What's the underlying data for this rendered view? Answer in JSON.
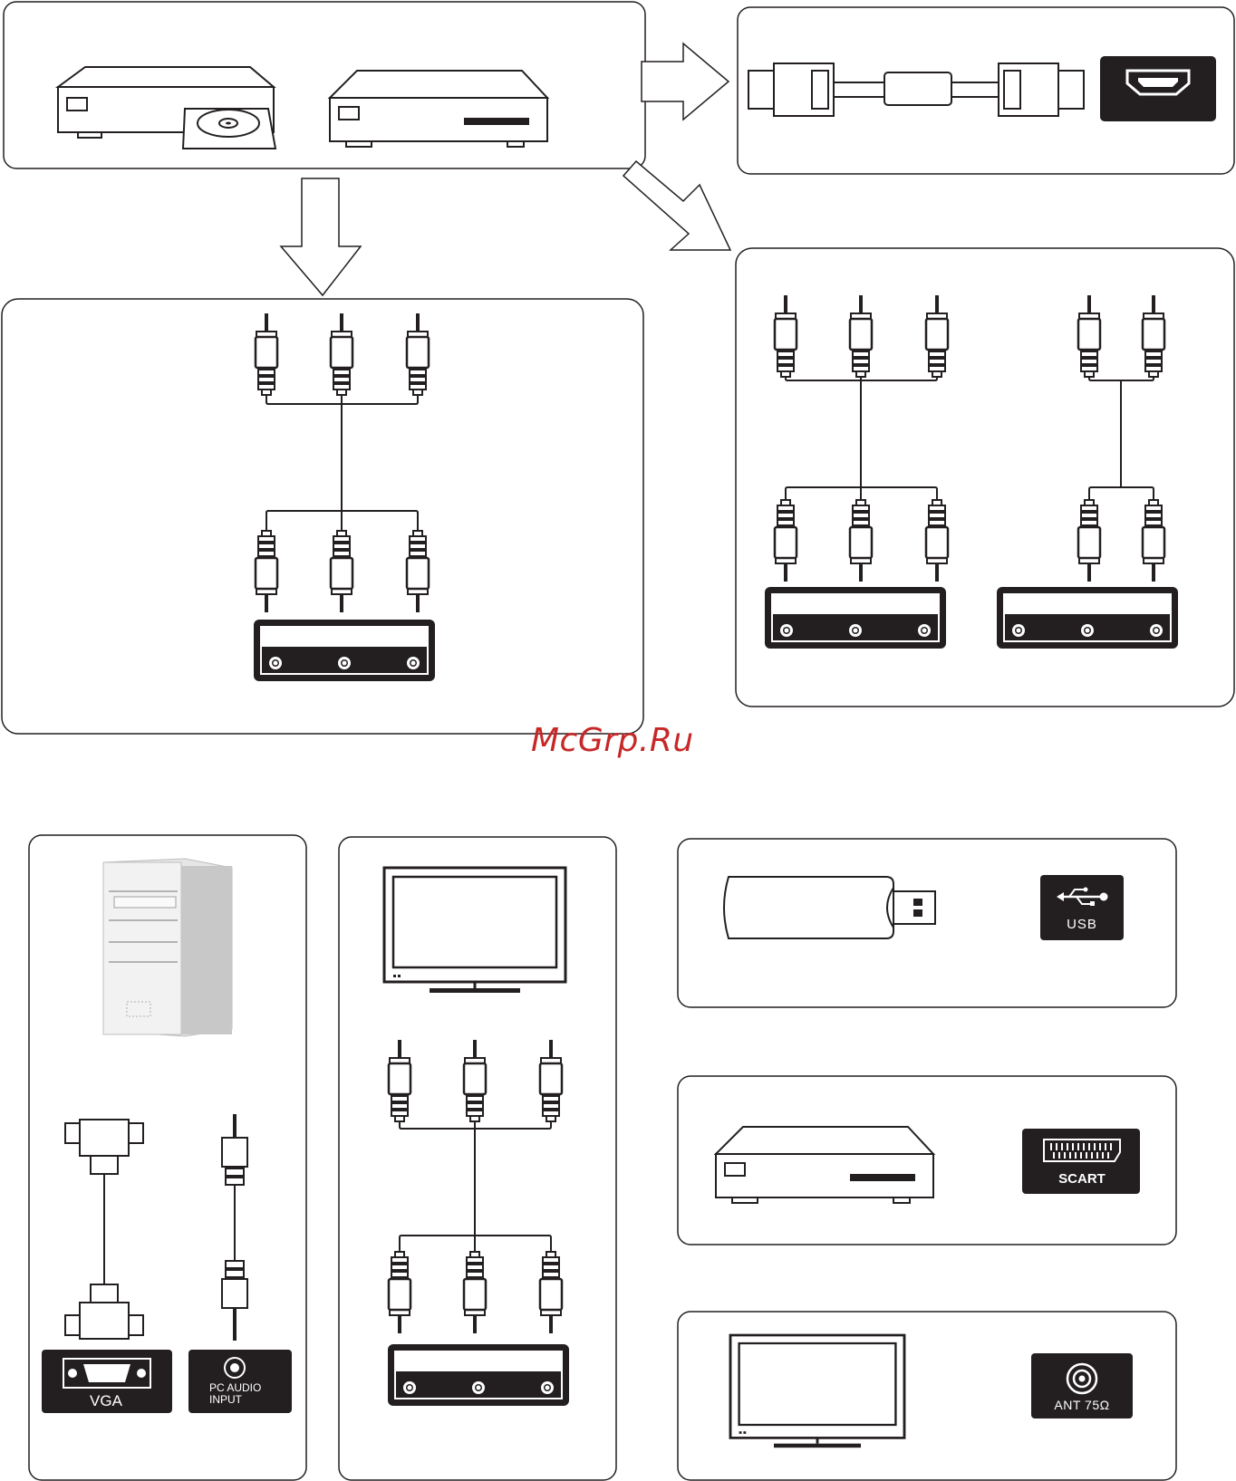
{
  "watermark": {
    "text": "McGrp.Ru",
    "color": "#c62828"
  },
  "labels": {
    "usb": "USB",
    "scart": "SCART",
    "ant": "ANT 75Ω",
    "vga": "VGA",
    "pc_audio_line1": "PC AUDIO",
    "pc_audio_line2": "INPUT"
  },
  "colors": {
    "stroke": "#231f20",
    "panel_fill": "#231f20",
    "background": "#ffffff",
    "pc_case": "#d9d9d9"
  },
  "icons": [
    "dvd-player-icon",
    "set-top-box-icon",
    "hdmi-cable-icon",
    "hdmi-port-icon",
    "composite-cable-icon",
    "component-cable-icon",
    "audio-cable-icon",
    "rca-jack-panel-icon",
    "pc-tower-icon",
    "vga-cable-icon",
    "vga-port-icon",
    "audio-jack-icon",
    "tv-monitor-icon",
    "usb-flash-drive-icon",
    "usb-port-icon",
    "scart-port-icon",
    "antenna-port-icon",
    "arrow-icon"
  ]
}
